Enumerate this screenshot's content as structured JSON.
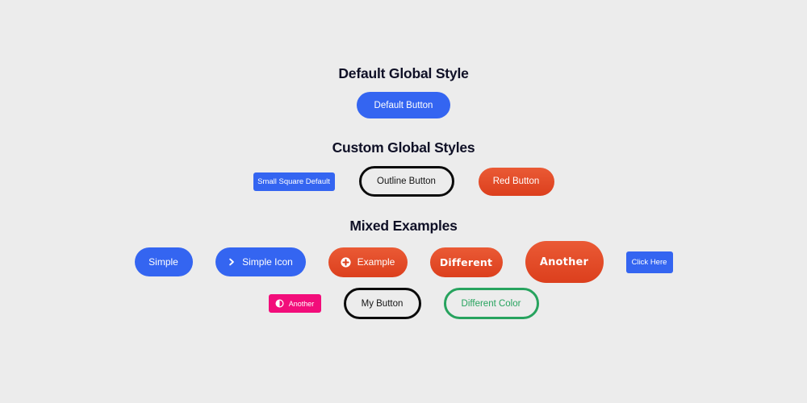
{
  "colors": {
    "background": "#ececec",
    "blue": "#3465f1",
    "red": "#e0492a",
    "pink": "#f20d7a",
    "green": "#27a35e",
    "heading": "#0f1026",
    "outline_black": "#0b0b0b"
  },
  "sections": {
    "default_style": {
      "title": "Default Global Style",
      "default_button": {
        "label": "Default Button"
      }
    },
    "custom_styles": {
      "title": "Custom Global Styles",
      "small_square_button": {
        "label": "Small Square Default"
      },
      "outline_button": {
        "label": "Outline Button"
      },
      "red_button": {
        "label": "Red Button"
      }
    },
    "mixed_examples": {
      "title": "Mixed Examples",
      "simple_button": {
        "label": "Simple"
      },
      "simple_icon_button": {
        "label": "Simple Icon",
        "icon": "chevron-right"
      },
      "example_button": {
        "label": "Example",
        "icon": "plus-circle"
      },
      "different_button": {
        "label": "Different"
      },
      "another_big_button": {
        "label": "Another"
      },
      "click_here_button": {
        "label": "Click Here"
      },
      "another_pink_button": {
        "label": "Another",
        "icon": "contrast-half-circle"
      },
      "my_button": {
        "label": "My Button"
      },
      "different_color_button": {
        "label": "Different Color"
      }
    }
  }
}
